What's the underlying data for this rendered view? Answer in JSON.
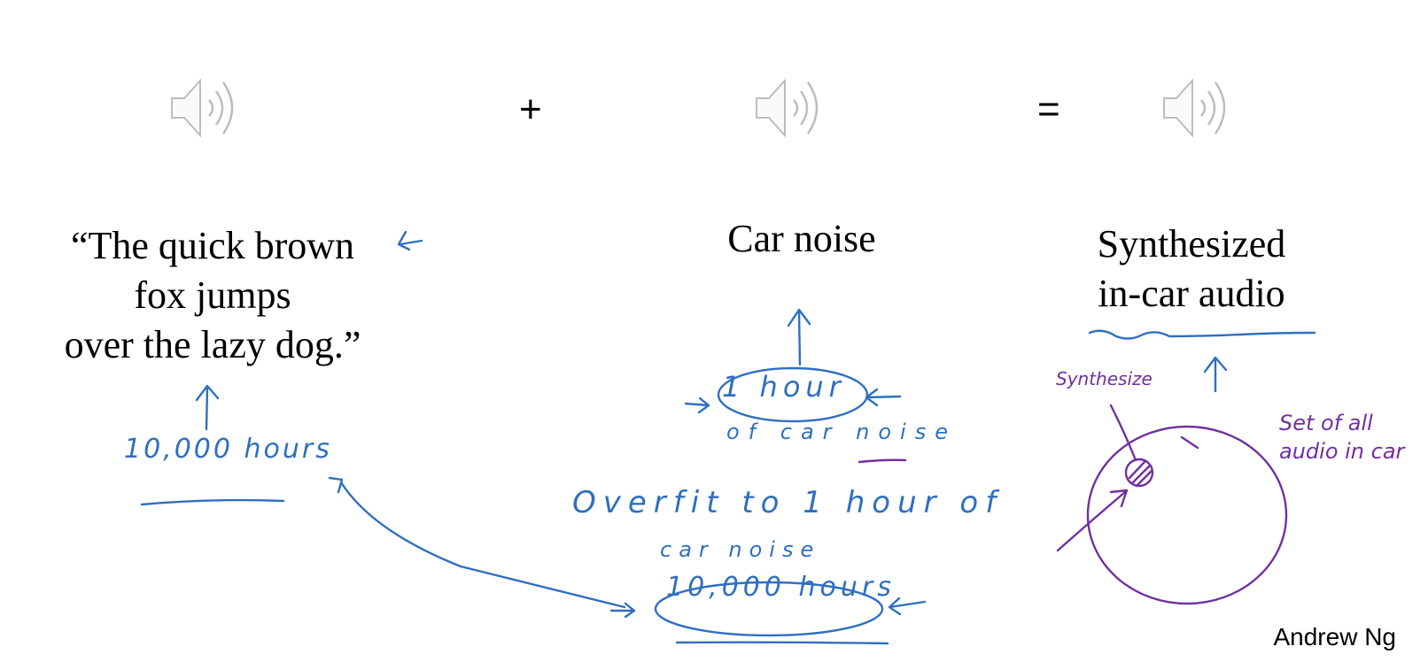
{
  "speakers": [
    {
      "icon": "speaker-icon",
      "color": "#bdbdbd"
    },
    {
      "icon": "speaker-icon",
      "color": "#bdbdbd"
    },
    {
      "icon": "speaker-icon",
      "color": "#bdbdbd"
    }
  ],
  "operators": {
    "plus": "+",
    "equals": "="
  },
  "quote": {
    "line1": "“The quick brown",
    "line2": "fox jumps",
    "line3": "over the lazy dog.”"
  },
  "car_noise": {
    "label": "Car noise"
  },
  "synthesized": {
    "line1": "Synthesized",
    "line2": "in-car audio"
  },
  "handwriting": {
    "ten_thousand_left": "10,000 hours",
    "one_hour": "1 hour",
    "of_car_noise": "of car noise",
    "overfit": "Overfit to 1 hour of",
    "car_noise_2": "car noise",
    "ten_thousand_bottom": "10,000 hours",
    "synthesize": "Synthesize",
    "set_of_all_audio": "Set of all audio in car"
  },
  "colors": {
    "blue_ink": "#2f6fc0",
    "purple_ink": "#7030a0",
    "speaker_gray": "#bdbdbd"
  },
  "author": "Andrew Ng"
}
